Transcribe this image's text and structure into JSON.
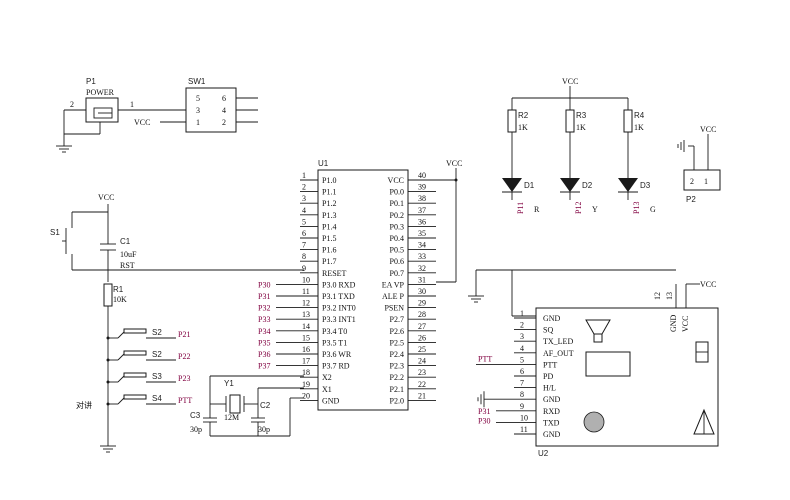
{
  "power_conn": {
    "ref": "P1",
    "name": "POWER",
    "pin_a": "2",
    "pin_b": "1"
  },
  "switch": {
    "ref": "SW1",
    "pins": [
      "5",
      "6",
      "3",
      "4",
      "1",
      "2"
    ],
    "vcc": "VCC"
  },
  "mcu": {
    "ref": "U1",
    "left_labels": [
      "P1.0",
      "P1.1",
      "P1.2",
      "P1.3",
      "P1.4",
      "P1.5",
      "P1.6",
      "P1.7",
      "RESET",
      "P3.0 RXD",
      "P3.1 TXD",
      "P3.2 INT0",
      "P3.3 INT1",
      "P3.4 T0",
      "P3.5 T1",
      "P3.6 WR",
      "P3.7 RD",
      "X2",
      "X1",
      "GND"
    ],
    "right_labels": [
      "VCC",
      "P0.0",
      "P0.1",
      "P0.2",
      "P0.3",
      "P0.4",
      "P0.5",
      "P0.6",
      "P0.7",
      "EA VP",
      "ALE P",
      "PSEN",
      "P2.7",
      "P2.6",
      "P2.5",
      "P2.4",
      "P2.3",
      "P2.2",
      "P2.1",
      "P2.0"
    ],
    "left_pins": [
      "1",
      "2",
      "3",
      "4",
      "5",
      "6",
      "7",
      "8",
      "9",
      "10",
      "11",
      "12",
      "13",
      "14",
      "15",
      "16",
      "17",
      "18",
      "19",
      "20"
    ],
    "right_pins": [
      "40",
      "39",
      "38",
      "37",
      "36",
      "35",
      "34",
      "33",
      "32",
      "31",
      "30",
      "29",
      "28",
      "27",
      "26",
      "25",
      "24",
      "23",
      "22",
      "21"
    ],
    "vcc": "VCC"
  },
  "nets_p3": [
    "P30",
    "P31",
    "P32",
    "P33",
    "P34",
    "P35",
    "P36",
    "P37"
  ],
  "reset": {
    "s_ref": "S1",
    "c_ref": "C1",
    "c_val": "10uF",
    "net": "RST",
    "r_ref": "R1",
    "r_val": "10K",
    "vcc": "VCC"
  },
  "buttons": [
    {
      "ref": "S2",
      "net": "P21"
    },
    {
      "ref": "S2",
      "net": "P22"
    },
    {
      "ref": "S3",
      "net": "P23"
    },
    {
      "ref": "S4",
      "net": "PTT"
    }
  ],
  "cn_note": "对讲",
  "crystal": {
    "ref": "Y1",
    "val": "12M",
    "c2_ref": "C2",
    "c3_ref": "C3",
    "cap_val": "30p"
  },
  "leds": {
    "vcc": "VCC",
    "items": [
      {
        "r_ref": "R2",
        "r_val": "1K",
        "d_ref": "D1",
        "net": "P11",
        "color": "R"
      },
      {
        "r_ref": "R3",
        "r_val": "1K",
        "d_ref": "D2",
        "net": "P12",
        "color": "Y"
      },
      {
        "r_ref": "R4",
        "r_val": "1K",
        "d_ref": "D3",
        "net": "P13",
        "color": "G"
      }
    ]
  },
  "p2": {
    "ref": "P2",
    "pin_a": "2",
    "pin_b": "1",
    "vcc": "VCC"
  },
  "module": {
    "ref": "U2",
    "labels": [
      "GND",
      "SQ",
      "TX_LED",
      "AF_OUT",
      "PTT",
      "PD",
      "H/L",
      "GND",
      "RXD",
      "TXD",
      "GND"
    ],
    "pins": [
      "1",
      "2",
      "3",
      "4",
      "5",
      "6",
      "7",
      "8",
      "9",
      "10",
      "11"
    ],
    "top_pins": [
      "12",
      "13"
    ],
    "top_labels": [
      "GND",
      "VCC"
    ],
    "vcc": "VCC",
    "nets": [
      "PTT",
      "P31",
      "P30"
    ]
  }
}
